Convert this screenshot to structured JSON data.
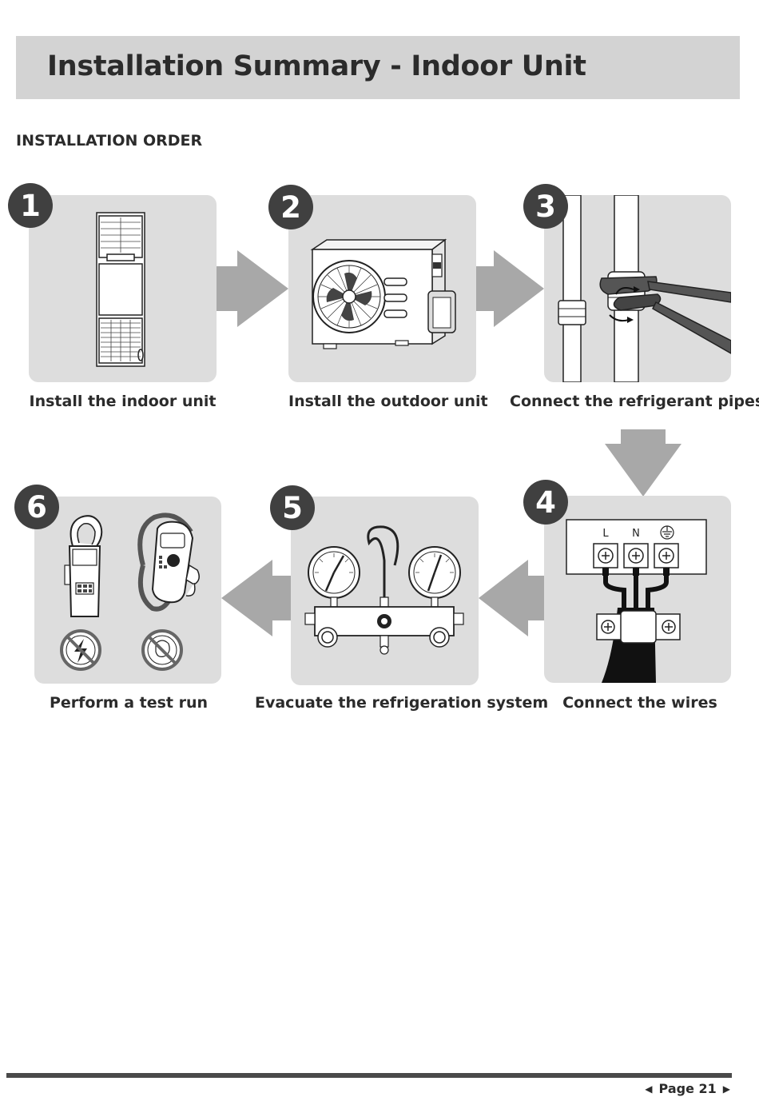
{
  "header": {
    "title": "Installation Summary - Indoor Unit"
  },
  "section": {
    "title": "INSTALLATION ORDER"
  },
  "steps": [
    {
      "number": "1",
      "caption": "Install the indoor unit",
      "icon": "indoor-unit-icon"
    },
    {
      "number": "2",
      "caption": "Install the outdoor unit",
      "icon": "outdoor-unit-icon"
    },
    {
      "number": "3",
      "caption": "Connect the refrigerant pipes",
      "icon": "wrench-pipe-icon"
    },
    {
      "number": "4",
      "caption": "Connect the wires",
      "icon": "terminal-block-icon",
      "terminals": [
        "L",
        "N"
      ]
    },
    {
      "number": "5",
      "caption": "Evacuate the refrigeration system",
      "icon": "manifold-gauge-icon"
    },
    {
      "number": "6",
      "caption": "Perform a test run",
      "icon": "clamp-meter-leak-detector-icon"
    }
  ],
  "footer": {
    "page_label": "Page 21"
  },
  "colors": {
    "banner": "#d3d3d3",
    "panel": "#dddddd",
    "badge": "#404040",
    "arrow": "#a8a8a8"
  }
}
